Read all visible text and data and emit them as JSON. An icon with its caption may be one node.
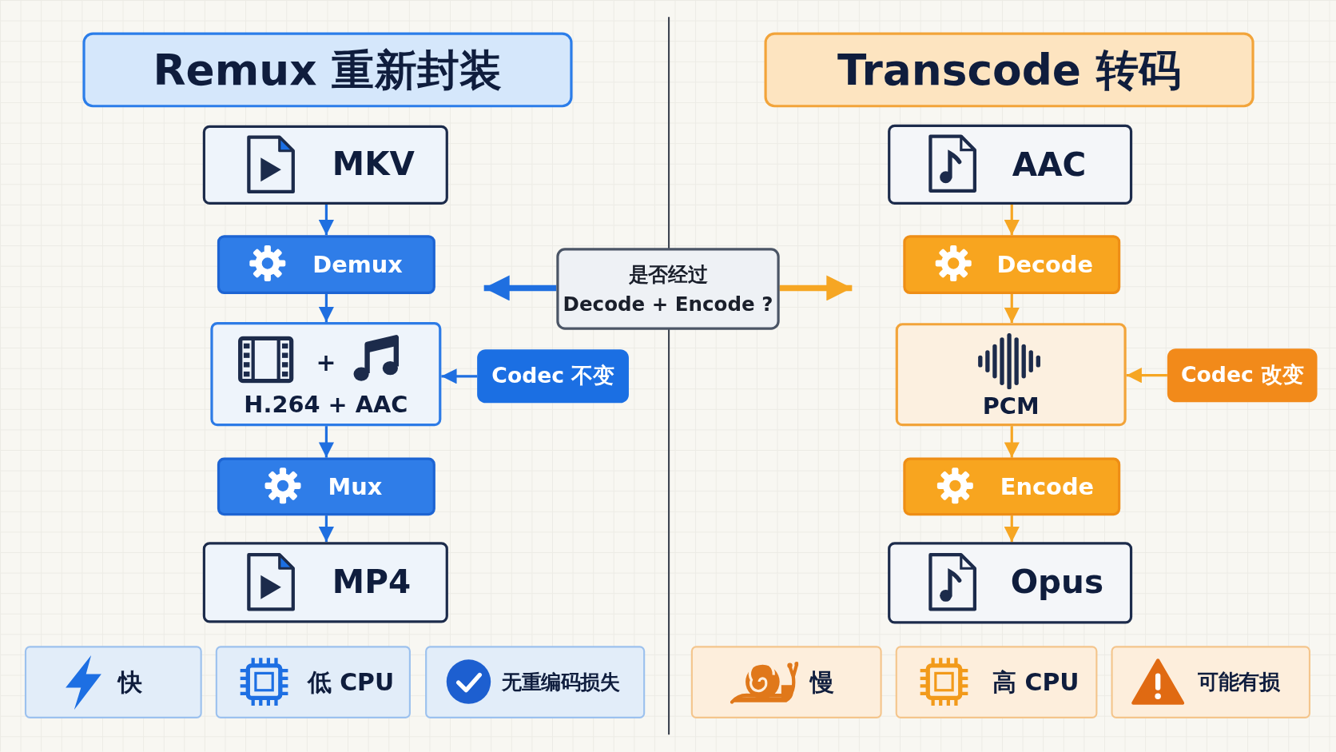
{
  "diagram": {
    "nodes": [
      {
        "text": [
          "Remux 重新封装"
        ]
      },
      {
        "text": [
          "MKV"
        ]
      },
      {
        "text": [
          "Demux"
        ]
      },
      {
        "text": [
          "+",
          "H.264 + AAC"
        ]
      },
      {
        "text": [
          "Mux"
        ]
      },
      {
        "text": [
          "MP4"
        ]
      },
      {
        "text": [
          "Codec 不变"
        ]
      },
      {
        "text": [
          "是否经过",
          "Decode + Encode ?"
        ]
      },
      {
        "text": [
          "Transcode 转码"
        ]
      },
      {
        "text": [
          "AAC"
        ]
      },
      {
        "text": [
          "Decode"
        ]
      },
      {
        "text": [
          "PCM"
        ]
      },
      {
        "text": [
          "Encode"
        ]
      },
      {
        "text": [
          "Opus"
        ]
      },
      {
        "text": [
          "Codec 改变"
        ]
      },
      {
        "text": [
          "快"
        ]
      },
      {
        "text": [
          "低 CPU"
        ]
      },
      {
        "text": [
          "无重编码损失"
        ]
      },
      {
        "text": [
          "慢"
        ]
      },
      {
        "text": [
          "高 CPU"
        ]
      },
      {
        "text": [
          "可能有损"
        ]
      }
    ],
    "edges": [
      {
        "from": 1,
        "to": 2,
        "arrow": "to",
        "color": "#1f6fe0"
      },
      {
        "from": 2,
        "to": 3,
        "arrow": "to",
        "color": "#1f6fe0"
      },
      {
        "from": 3,
        "to": 4,
        "arrow": "to",
        "color": "#1f6fe0"
      },
      {
        "from": 4,
        "to": 5,
        "arrow": "to",
        "color": "#1f6fe0"
      },
      {
        "from": 6,
        "to": 3,
        "arrow": "to",
        "color": "#1f6fe0"
      },
      {
        "from": 7,
        "to": null,
        "arrow": "to",
        "style": "thick",
        "color": "#1f6fe0"
      },
      {
        "from": 7,
        "to": null,
        "arrow": "to",
        "style": "thick",
        "color": "#f6a623"
      },
      {
        "from": 9,
        "to": 10,
        "arrow": "to",
        "color": "#f6a623"
      },
      {
        "from": 10,
        "to": 11,
        "arrow": "to",
        "color": "#f6a623"
      },
      {
        "from": 11,
        "to": 12,
        "arrow": "to",
        "color": "#f6a623"
      },
      {
        "from": 12,
        "to": 13,
        "arrow": "to",
        "color": "#f6a623"
      },
      {
        "from": 14,
        "to": 11,
        "arrow": "to",
        "color": "#f6a623"
      }
    ]
  }
}
